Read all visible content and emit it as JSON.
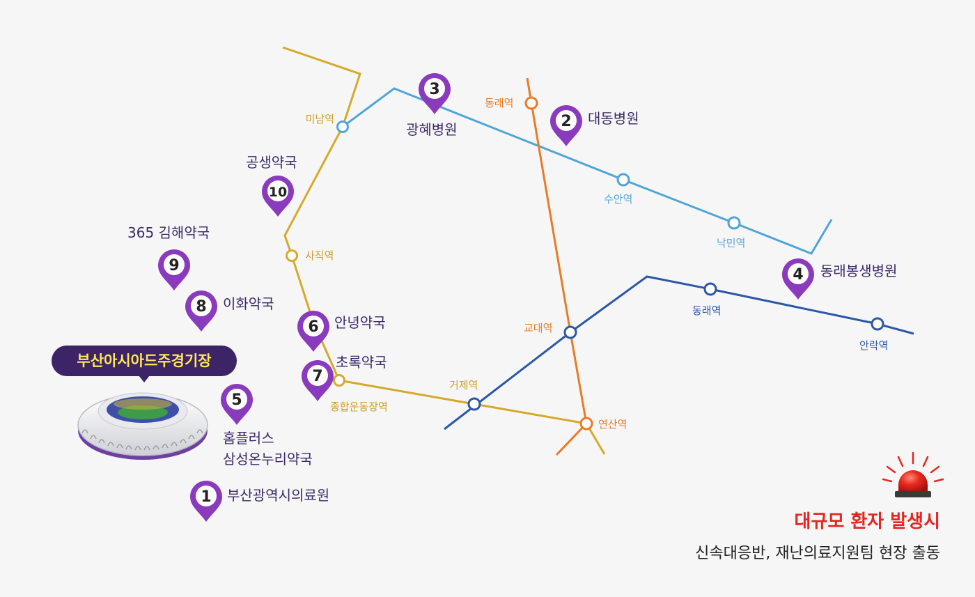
{
  "lines": [
    {
      "name": "line-yellow",
      "color": "#d4aa2b"
    },
    {
      "name": "line-lightblue",
      "color": "#4fa5d6"
    },
    {
      "name": "line-orange",
      "color": "#ea7a24"
    },
    {
      "name": "line-darkblue",
      "color": "#2b57a6"
    }
  ],
  "stations": {
    "minam": "미남역",
    "sajik": "사직역",
    "jonghap": "종합운동장역",
    "geoje": "거제역",
    "yeonsan": "연산역",
    "gyodae": "교대역",
    "dongnae_orange": "동래역",
    "suan": "수안역",
    "nakmin": "낙민역",
    "dongnae_blue": "동래역",
    "anrak": "안락역"
  },
  "pins": [
    {
      "num": "1",
      "label": "부산광역시의료원"
    },
    {
      "num": "2",
      "label": "대동병원"
    },
    {
      "num": "3",
      "label": "광혜병원"
    },
    {
      "num": "4",
      "label": "동래봉생병원"
    },
    {
      "num": "5",
      "label_line1": "홈플러스",
      "label_line2": "삼성온누리약국"
    },
    {
      "num": "6",
      "label": "안녕약국"
    },
    {
      "num": "7",
      "label": "초록약국"
    },
    {
      "num": "8",
      "label": "이화약국"
    },
    {
      "num": "9",
      "label": "365 김해약국"
    },
    {
      "num": "10",
      "label": "공생약국"
    }
  ],
  "stadium": {
    "label": "부산아시아드주경기장"
  },
  "alert": {
    "title": "대규모 환자 발생시",
    "subtitle": "신속대응반, 재난의료지원팀 현장 출동"
  },
  "colors": {
    "pin": "#8a3bbd",
    "badge": "#3c2466",
    "alert": "#e5251f"
  }
}
